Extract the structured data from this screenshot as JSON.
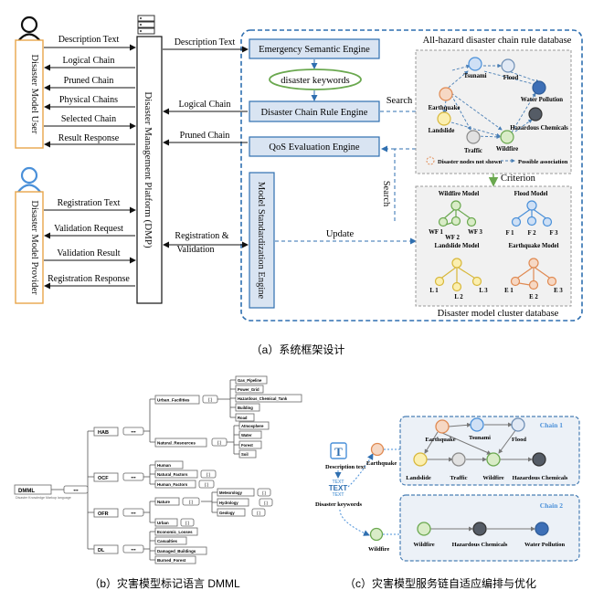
{
  "panel_a": {
    "caption": "（a）系统框架设计",
    "user_label": "Disaster Model User",
    "provider_label": "Disaster Model Provider",
    "platform_label": "Disaster Management Platform (DMP)",
    "user_flows": [
      "Description Text",
      "Logical Chain",
      "Pruned Chain",
      "Physical Chains",
      "Selected Chain",
      "Result Response"
    ],
    "provider_flows": [
      "Registration Text",
      "Validation Request",
      "Validation Result",
      "Registration Response"
    ],
    "mid_flows": {
      "description": "Description Text",
      "logical": "Logical Chain",
      "pruned": "Pruned Chain",
      "registration": "Registration &",
      "validation": "Validation"
    },
    "engines": {
      "semantic": "Emergency Semantic Engine",
      "keywords": "disaster keywords",
      "rule": "Disaster Chain Rule Engine",
      "qos": "QoS Evaluation Engine",
      "standardization": "Model Standardization Engine"
    },
    "arrows": {
      "search1": "Search",
      "search2": "Search",
      "update": "Update",
      "criterion": "Criterion"
    },
    "rule_db": {
      "title": "All-hazard disaster chain rule database",
      "nodes": [
        "Tsunami",
        "Flood",
        "Earthquake",
        "Water Pollution",
        "Landslide",
        "Hazardous Chemicals",
        "Traffic",
        "Wildfire"
      ],
      "legend_hidden": "Disaster nodes not shown",
      "legend_assoc": "Possible association"
    },
    "model_db": {
      "title": "Disaster model cluster database",
      "wildfire": {
        "title": "Wildfire Model",
        "nodes": [
          "WF 1",
          "WF 2",
          "WF 3"
        ]
      },
      "flood": {
        "title": "Flood Model",
        "nodes": [
          "F 1",
          "F 2",
          "F 3"
        ]
      },
      "landslide": {
        "title": "Landslide Model",
        "nodes": [
          "L 1",
          "L 2",
          "L 3"
        ]
      },
      "earthquake": {
        "title": "Earthquake Model",
        "nodes": [
          "E 1",
          "E 2",
          "E 3"
        ]
      }
    }
  },
  "panel_b": {
    "caption": "（b）灾害模型标记语言 DMML",
    "root": "DMML",
    "root_sub": "Disaster Knowledge Markup language",
    "dots": "•••",
    "groups": [
      "HAB",
      "OCF",
      "OFR",
      "DL"
    ],
    "hab": {
      "urban": "Urban_Facilities",
      "urban_items": [
        "Gas_Pipeline",
        "Power_Grid",
        "Hazardous_Chemical_Tank",
        "Building",
        "Road"
      ],
      "natural": "Natural_Resources",
      "natural_items": [
        "Atmosphere",
        "Water",
        "Forest",
        "Soil"
      ]
    },
    "ocf": [
      "Human",
      "Natural_Factors",
      "Human_Factors"
    ],
    "ofr": {
      "nature": "Nature",
      "nature_items": [
        "Meteorology",
        "Hydrology",
        "Geology"
      ],
      "urban": "Urban"
    },
    "dl": [
      "Economic_Losses",
      "Casualties",
      "Damaged_Buildings",
      "Burned_Forest"
    ]
  },
  "panel_c": {
    "caption": "（c）灾害模型服务链自适应编排与优化",
    "description_text": "Description text",
    "text_icon": "T",
    "text_stack": [
      "TEXT",
      "TEXT",
      "TEXT"
    ],
    "disaster_keywords": "Disaster keywords",
    "chain1": "Chain 1",
    "chain2": "Chain 2",
    "c1_nodes": [
      "Earthquake",
      "Tsunami",
      "Flood",
      "Landslide",
      "Traffic",
      "Wildfire",
      "Hazardous Chemicals"
    ],
    "left_nodes": [
      "Earthquake",
      "Wildfire"
    ],
    "c2_nodes": [
      "Wildfire",
      "Hazardous Chemicals",
      "Water Pollution"
    ]
  }
}
